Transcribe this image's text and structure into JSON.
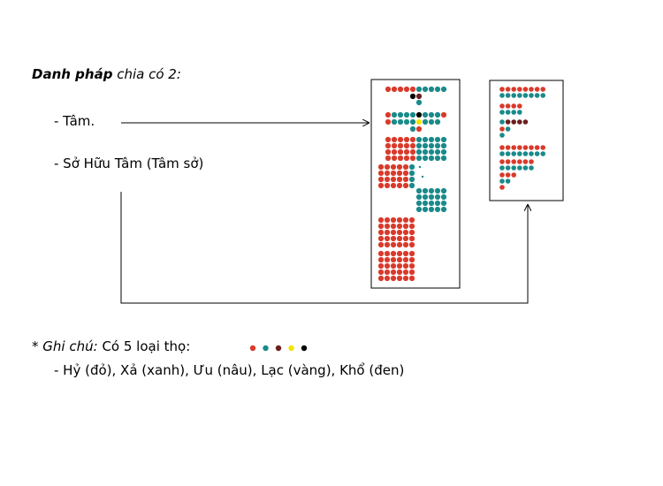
{
  "heading": {
    "bold": "Danh pháp",
    "rest": " chia có 2:"
  },
  "items": [
    "- Tâm.",
    "- Sở Hữu Tâm (Tâm sở)"
  ],
  "note": {
    "star": "* ",
    "label": "Ghi chú:",
    "text": " Có 5 loại thọ:",
    "detail": "- Hỷ (đỏ), Xả (xanh), Ưu (nâu), Lạc (vàng), Khổ (đen)"
  },
  "colors": {
    "red": "#d93a2b",
    "teal": "#1a8a8a",
    "brown": "#6b1f1f",
    "yellow": "#f5e400",
    "black": "#000000"
  },
  "legend_dots": [
    "red",
    "teal",
    "brown",
    "yellow",
    "black"
  ]
}
